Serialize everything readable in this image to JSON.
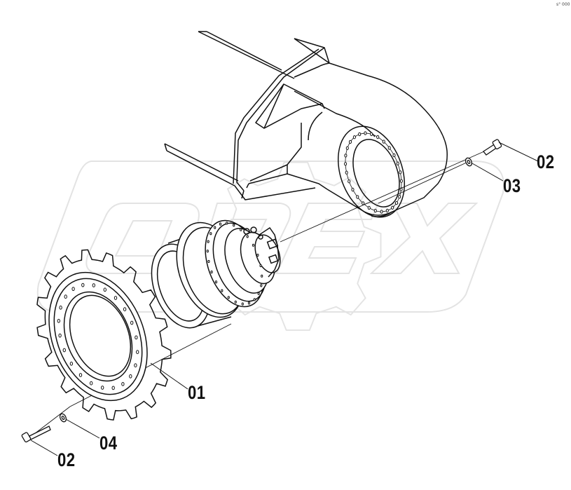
{
  "corner_mark": "s° 000",
  "watermark": {
    "text": "OREX",
    "color": "#e0e0e0"
  },
  "callouts": {
    "bolt_top": "02",
    "washer_top": "03",
    "motor": "01",
    "washer_bottom": "04",
    "bolt_bottom": "02"
  },
  "colors": {
    "line": "#111111",
    "paper": "#ffffff"
  }
}
